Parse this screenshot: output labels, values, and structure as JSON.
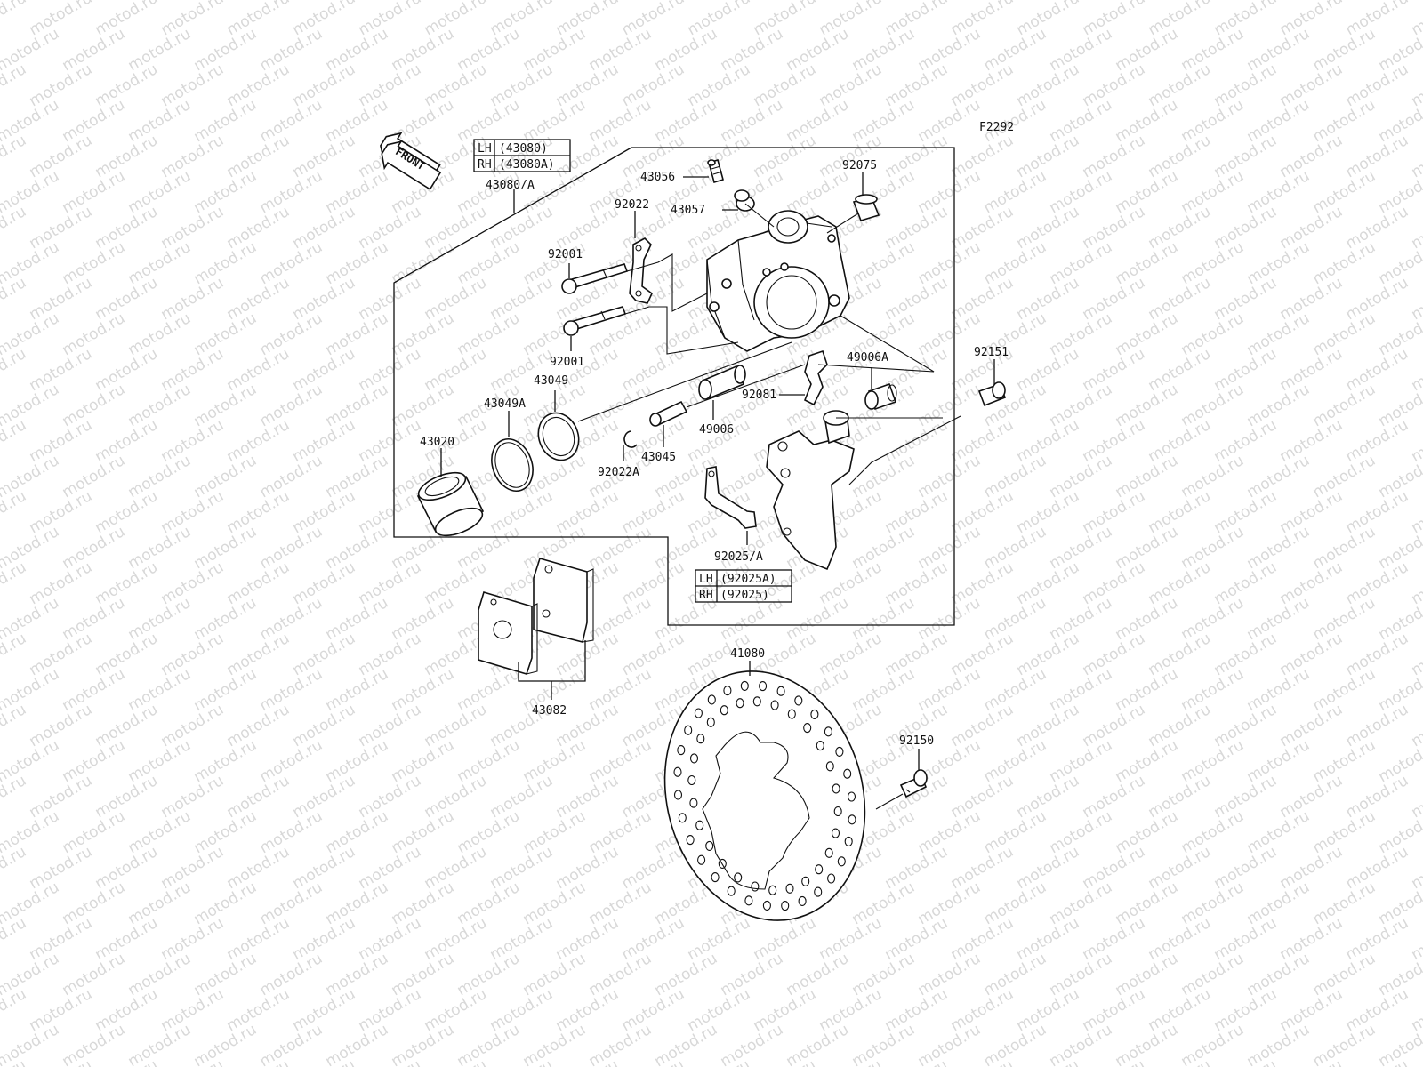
{
  "figure_code": "F2292",
  "front_label": "FRONT",
  "watermark": "motod.ru",
  "caliper_table": [
    {
      "side": "LH",
      "part": "(43080)"
    },
    {
      "side": "RH",
      "part": "(43080A)"
    }
  ],
  "bracket_table": [
    {
      "side": "LH",
      "part": "(92025A)"
    },
    {
      "side": "RH",
      "part": "(92025)"
    }
  ],
  "labels": {
    "l43080a": "43080/A",
    "l43056": "43056",
    "l43057": "43057",
    "l92075": "92075",
    "l92022": "92022",
    "l92001a": "92001",
    "l92001b": "92001",
    "l43049": "43049",
    "l43049a": "43049A",
    "l43020": "43020",
    "l49006a": "49006A",
    "l92151": "92151",
    "l92081": "92081",
    "l49006": "49006",
    "l43045": "43045",
    "l92022a": "92022A",
    "l92025a": "92025/A",
    "l43082": "43082",
    "l41080": "41080",
    "l92150": "92150"
  }
}
